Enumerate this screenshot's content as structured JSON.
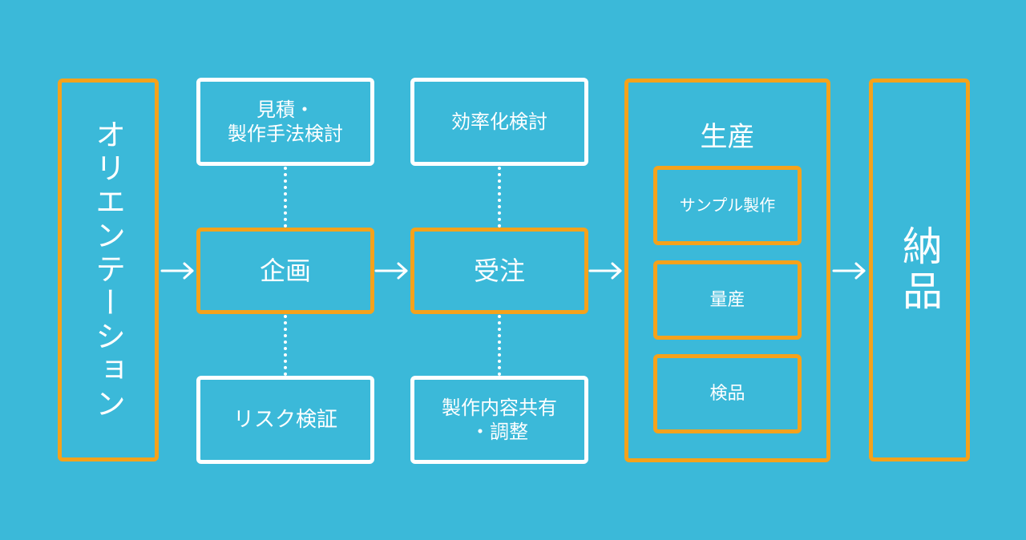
{
  "steps": {
    "orientation": "オリエンテーション",
    "planning": "企画",
    "order": "受注",
    "delivery": "納品"
  },
  "planning_subtasks": {
    "top": "見積・\n製作手法検討",
    "bottom": "リスク検証"
  },
  "order_subtasks": {
    "top": "効率化検討",
    "bottom": "製作内容共有\n・調整"
  },
  "production": {
    "title": "生産",
    "items": [
      "サンプル製作",
      "量産",
      "検品"
    ]
  },
  "colors": {
    "background": "#3bb9d9",
    "main_step_border": "#f5a21b",
    "subtask_border": "#ffffff",
    "text": "#ffffff"
  }
}
